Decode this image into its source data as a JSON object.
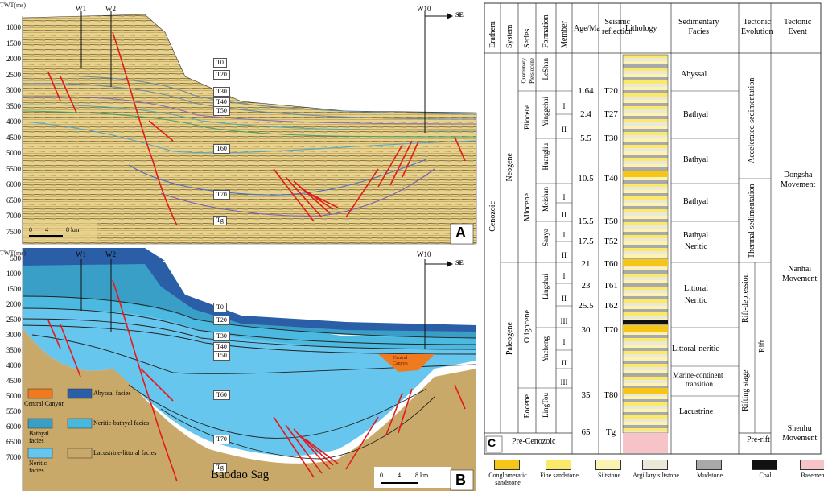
{
  "panelA": {
    "axis_title": "TWT(ms)",
    "y_ticks": [
      "1000",
      "1500",
      "2000",
      "2500",
      "3000",
      "3500",
      "4000",
      "4500",
      "5000",
      "5500",
      "6000",
      "6500",
      "7000",
      "7500"
    ],
    "wells": [
      "W1",
      "W2",
      "W10"
    ],
    "direction": "SE",
    "horizons": [
      "T0",
      "T20",
      "T30",
      "T40",
      "T50",
      "T60",
      "T70",
      "Tg"
    ],
    "scale": [
      "0",
      "4",
      "8 km"
    ],
    "panel_label": "A"
  },
  "panelB": {
    "axis_title": "TWT(ms)",
    "y_ticks": [
      "500",
      "1000",
      "1500",
      "2000",
      "2500",
      "3000",
      "3500",
      "4000",
      "4500",
      "5000",
      "5500",
      "6000",
      "6500",
      "7000"
    ],
    "wells": [
      "W1",
      "W2",
      "W10"
    ],
    "direction": "SE",
    "horizons": [
      "T0",
      "T20",
      "T30",
      "T40",
      "T50",
      "T60",
      "T70",
      "Tg"
    ],
    "canyon_label_1": "Central",
    "canyon_label_2": "Canyon",
    "legend": [
      {
        "label": "Central Canyon",
        "color": "#f07a1f"
      },
      {
        "label": "Abyssal facies",
        "color": "#2a5fa8"
      },
      {
        "label": "Bathyal facies",
        "color": "#3a9fc6"
      },
      {
        "label": "Neritic-bathyal facies",
        "color": "#49b8de"
      },
      {
        "label": "Neritic facies",
        "color": "#67c6ee"
      },
      {
        "label": "Lacustrine-littoral facies",
        "color": "#c9a96a"
      }
    ],
    "sag_label": "Baodao Sag",
    "scale": [
      "0",
      "4",
      "8 km"
    ],
    "panel_label": "B"
  },
  "panelC": {
    "headers": {
      "erathem": "Erathem",
      "system": "System",
      "series": "Series",
      "formation": "Formation",
      "member": "Member",
      "age": "Age/Ma",
      "seismic_1": "Seismic",
      "seismic_2": "reflection",
      "lithology": "Lithology",
      "facies_1": "Sedimentary",
      "facies_2": "Facies",
      "tect_evo_1": "Tectonic",
      "tect_evo_2": "Evolution",
      "tect_event_1": "Tectonic",
      "tect_event_2": "Event"
    },
    "erathem": "Cenozoic",
    "systems": [
      "Neogene",
      "Paleogene"
    ],
    "series": [
      "Quaternary",
      "Pleistocene",
      "Pliocene",
      "Miocene",
      "Oligocene",
      "Eocene"
    ],
    "formations": [
      "LeShan",
      "Yinggehai",
      "Huangliu",
      "Meishan",
      "Sanya",
      "Lingshui",
      "Yacheng",
      "LingTou"
    ],
    "members": [
      "I",
      "II",
      "I",
      "II",
      "I",
      "II",
      "I",
      "II",
      "III",
      "I",
      "II",
      "III"
    ],
    "ages": [
      "1.64",
      "2.4",
      "5.5",
      "10.5",
      "15.5",
      "17.5",
      "21",
      "23",
      "25.5",
      "30",
      "35",
      "65"
    ],
    "reflections": [
      "T20",
      "T27",
      "T30",
      "T40",
      "T50",
      "T52",
      "T60",
      "T61",
      "T62",
      "T70",
      "T80",
      "Tg"
    ],
    "facies": [
      "Abyssal",
      "Bathyal",
      "Bathyal",
      "Bathyal",
      "Bathyal",
      "Neritic",
      "Littoral",
      "Neritic",
      "Littoral-neritic",
      "Marine-continent",
      "transition",
      "Lacustrine"
    ],
    "evolution": [
      "Accelerated sedimentation",
      "Thermal sedimentation",
      "Rift-depression",
      "Rifting stage",
      "Rift",
      "Pre-rift"
    ],
    "events": [
      {
        "l1": "Dongsha",
        "l2": "Movement"
      },
      {
        "l1": "Nanhai",
        "l2": "Movement"
      },
      {
        "l1": "Shenhu",
        "l2": "Movement"
      }
    ],
    "pre": "Pre-Cenozoic",
    "panel_label": "C"
  },
  "lith_legend": [
    {
      "l1": "Conglomeratic",
      "l2": "sandstone",
      "color": "#f5c518"
    },
    {
      "l1": "Fine sandstone",
      "l2": "",
      "color": "#fbe96a"
    },
    {
      "l1": "Siltstone",
      "l2": "",
      "color": "#fdf3b0"
    },
    {
      "l1": "Argillary siltstone",
      "l2": "",
      "color": "#ece8d8"
    },
    {
      "l1": "Mudstone",
      "l2": "",
      "color": "#a9a9a9"
    },
    {
      "l1": "Coal",
      "l2": "",
      "color": "#111111"
    },
    {
      "l1": "Basement",
      "l2": "",
      "color": "#f6c3c8"
    }
  ]
}
